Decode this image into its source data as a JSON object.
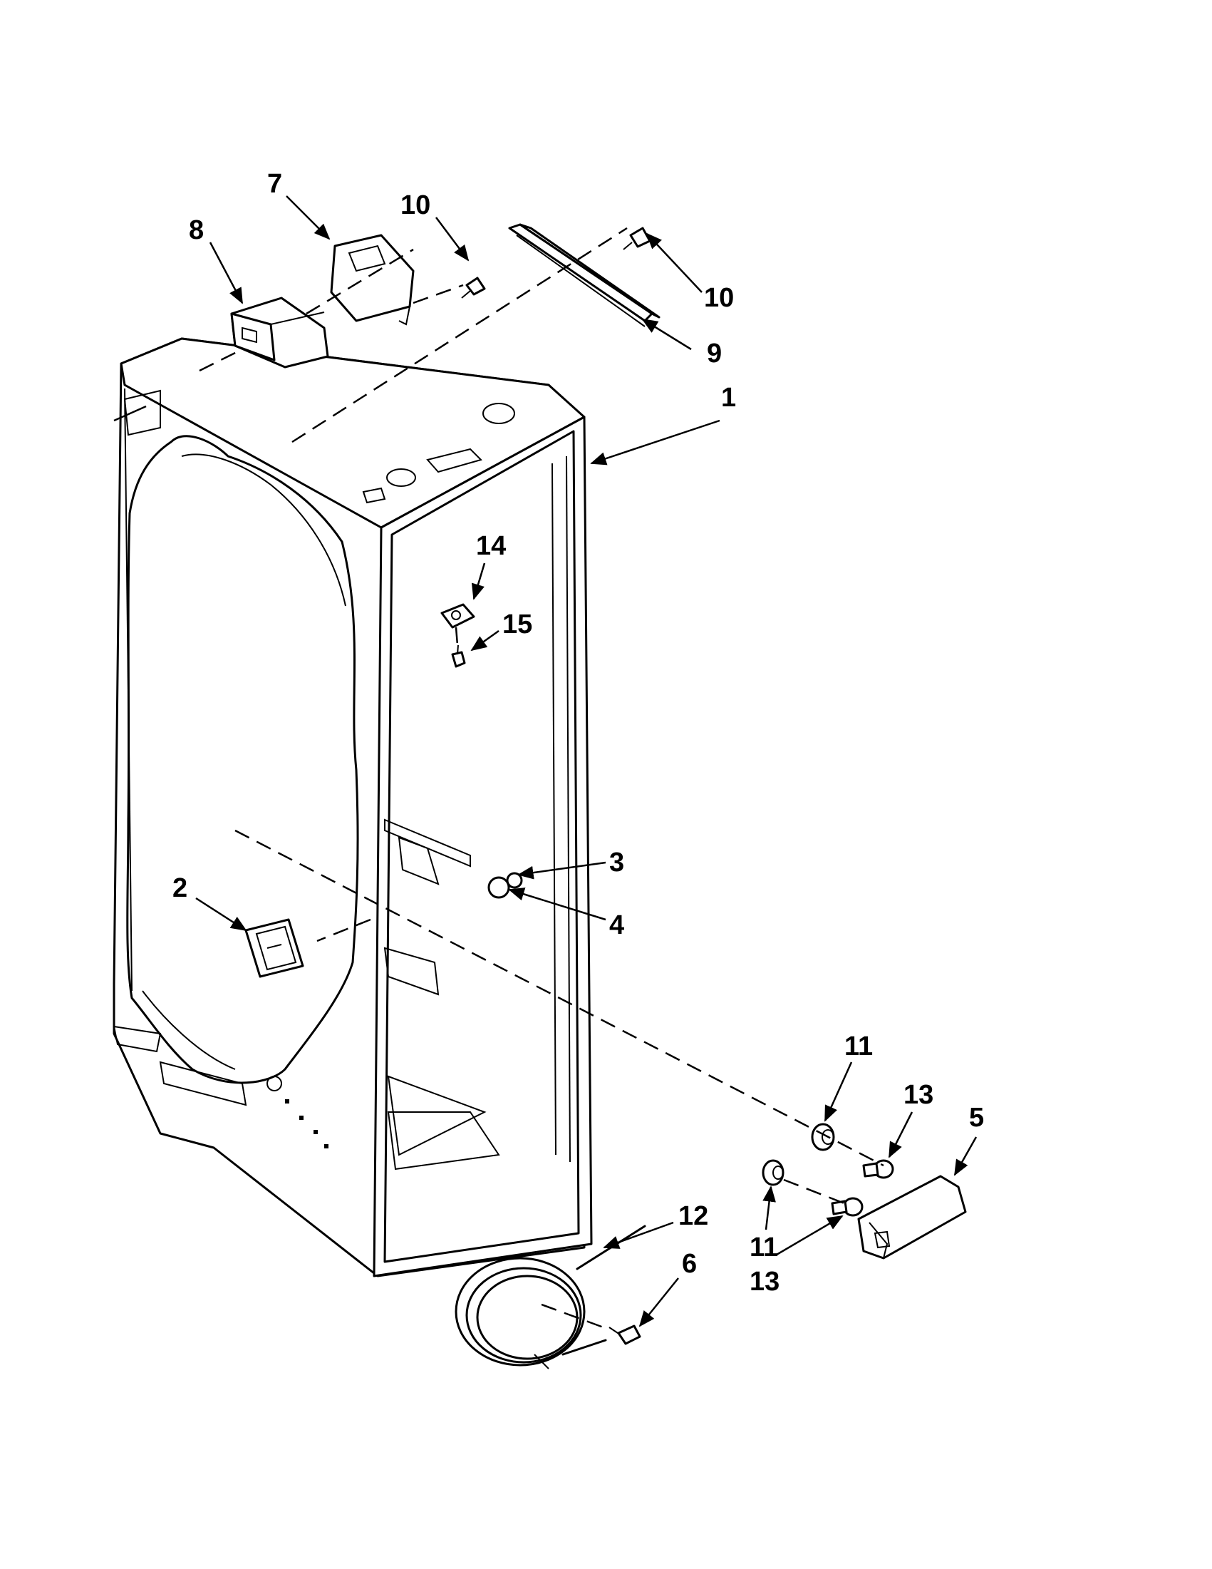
{
  "callouts": [
    {
      "id": "c7",
      "text": "7"
    },
    {
      "id": "c10a",
      "text": "10"
    },
    {
      "id": "c8",
      "text": "8"
    },
    {
      "id": "c10b",
      "text": "10"
    },
    {
      "id": "c9",
      "text": "9"
    },
    {
      "id": "c1",
      "text": "1"
    },
    {
      "id": "c14",
      "text": "14"
    },
    {
      "id": "c15",
      "text": "15"
    },
    {
      "id": "c3",
      "text": "3"
    },
    {
      "id": "c2",
      "text": "2"
    },
    {
      "id": "c4",
      "text": "4"
    },
    {
      "id": "c11a",
      "text": "11"
    },
    {
      "id": "c13a",
      "text": "13"
    },
    {
      "id": "c5",
      "text": "5"
    },
    {
      "id": "c12",
      "text": "12"
    },
    {
      "id": "c11b",
      "text": "11"
    },
    {
      "id": "c6",
      "text": "6"
    },
    {
      "id": "c13b",
      "text": "13"
    }
  ]
}
